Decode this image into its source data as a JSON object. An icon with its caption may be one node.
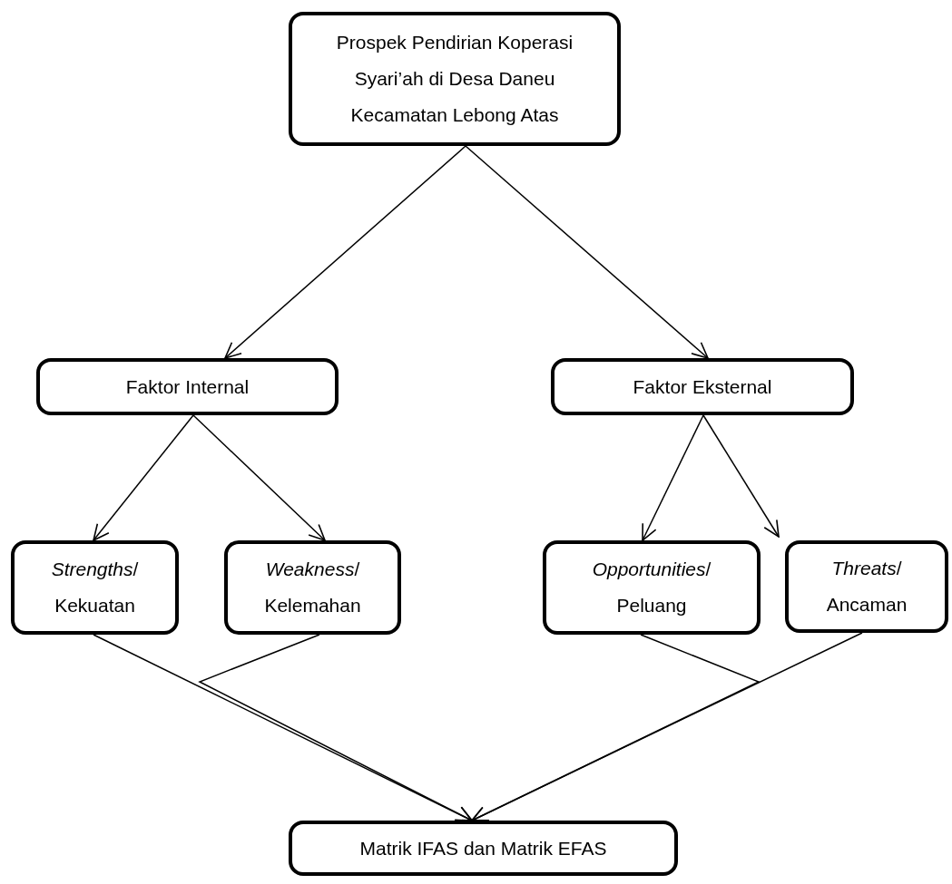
{
  "diagram": {
    "nodes": [
      {
        "text": [
          "Prospek Pendirian Koperasi Syari’ah di Desa Daneu Kecamatan Lebong Atas"
        ]
      },
      {
        "text": [
          "Faktor Internal"
        ]
      },
      {
        "text": [
          "Faktor Eksternal"
        ]
      },
      {
        "text": [
          "*Strengths*/ Kekuatan"
        ]
      },
      {
        "text": [
          "*Weakness*/ Kelemahan"
        ]
      },
      {
        "text": [
          "*Opportunities*/ Peluang"
        ]
      },
      {
        "text": [
          "*Threats*/ Ancaman"
        ]
      },
      {
        "text": [
          "Matrik IFAS dan Matrik EFAS"
        ]
      }
    ],
    "edges": [
      {
        "from": 0,
        "to": 1,
        "arrow": "to"
      },
      {
        "from": 0,
        "to": 2,
        "arrow": "to"
      },
      {
        "from": 1,
        "to": 3,
        "arrow": "to"
      },
      {
        "from": 1,
        "to": 4,
        "arrow": "to"
      },
      {
        "from": 2,
        "to": 5,
        "arrow": "to"
      },
      {
        "from": 2,
        "to": 6,
        "arrow": "to"
      },
      {
        "from": 3,
        "to": 7,
        "arrow": "to"
      },
      {
        "from": 4,
        "to": 7,
        "arrow": "to"
      },
      {
        "from": 5,
        "to": 7,
        "arrow": "to"
      },
      {
        "from": 6,
        "to": 7,
        "arrow": "to"
      }
    ]
  }
}
